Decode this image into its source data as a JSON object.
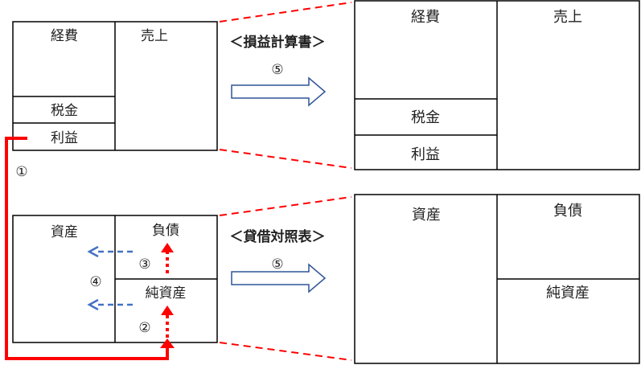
{
  "pl": {
    "heading": "＜損益計算書＞",
    "step": "⑤",
    "left": {
      "expenses": "経費",
      "tax": "税金",
      "profit": "利益",
      "sales": "売上"
    },
    "right": {
      "expenses": "経費",
      "tax": "税金",
      "profit": "利益",
      "sales": "売上"
    }
  },
  "bs": {
    "heading": "＜貸借対照表＞",
    "step": "⑤",
    "left": {
      "assets": "資産",
      "liabilities": "負債",
      "net_assets": "純資産"
    },
    "right": {
      "assets": "資産",
      "liabilities": "負債",
      "net_assets": "純資産"
    }
  },
  "steps": {
    "one": "①",
    "two": "②",
    "three": "③",
    "four": "④"
  },
  "colors": {
    "flow_red": "#ff0000",
    "flow_blue": "#4472c4",
    "arrow_outline": "#2f5597",
    "box_stroke": "#000000"
  }
}
